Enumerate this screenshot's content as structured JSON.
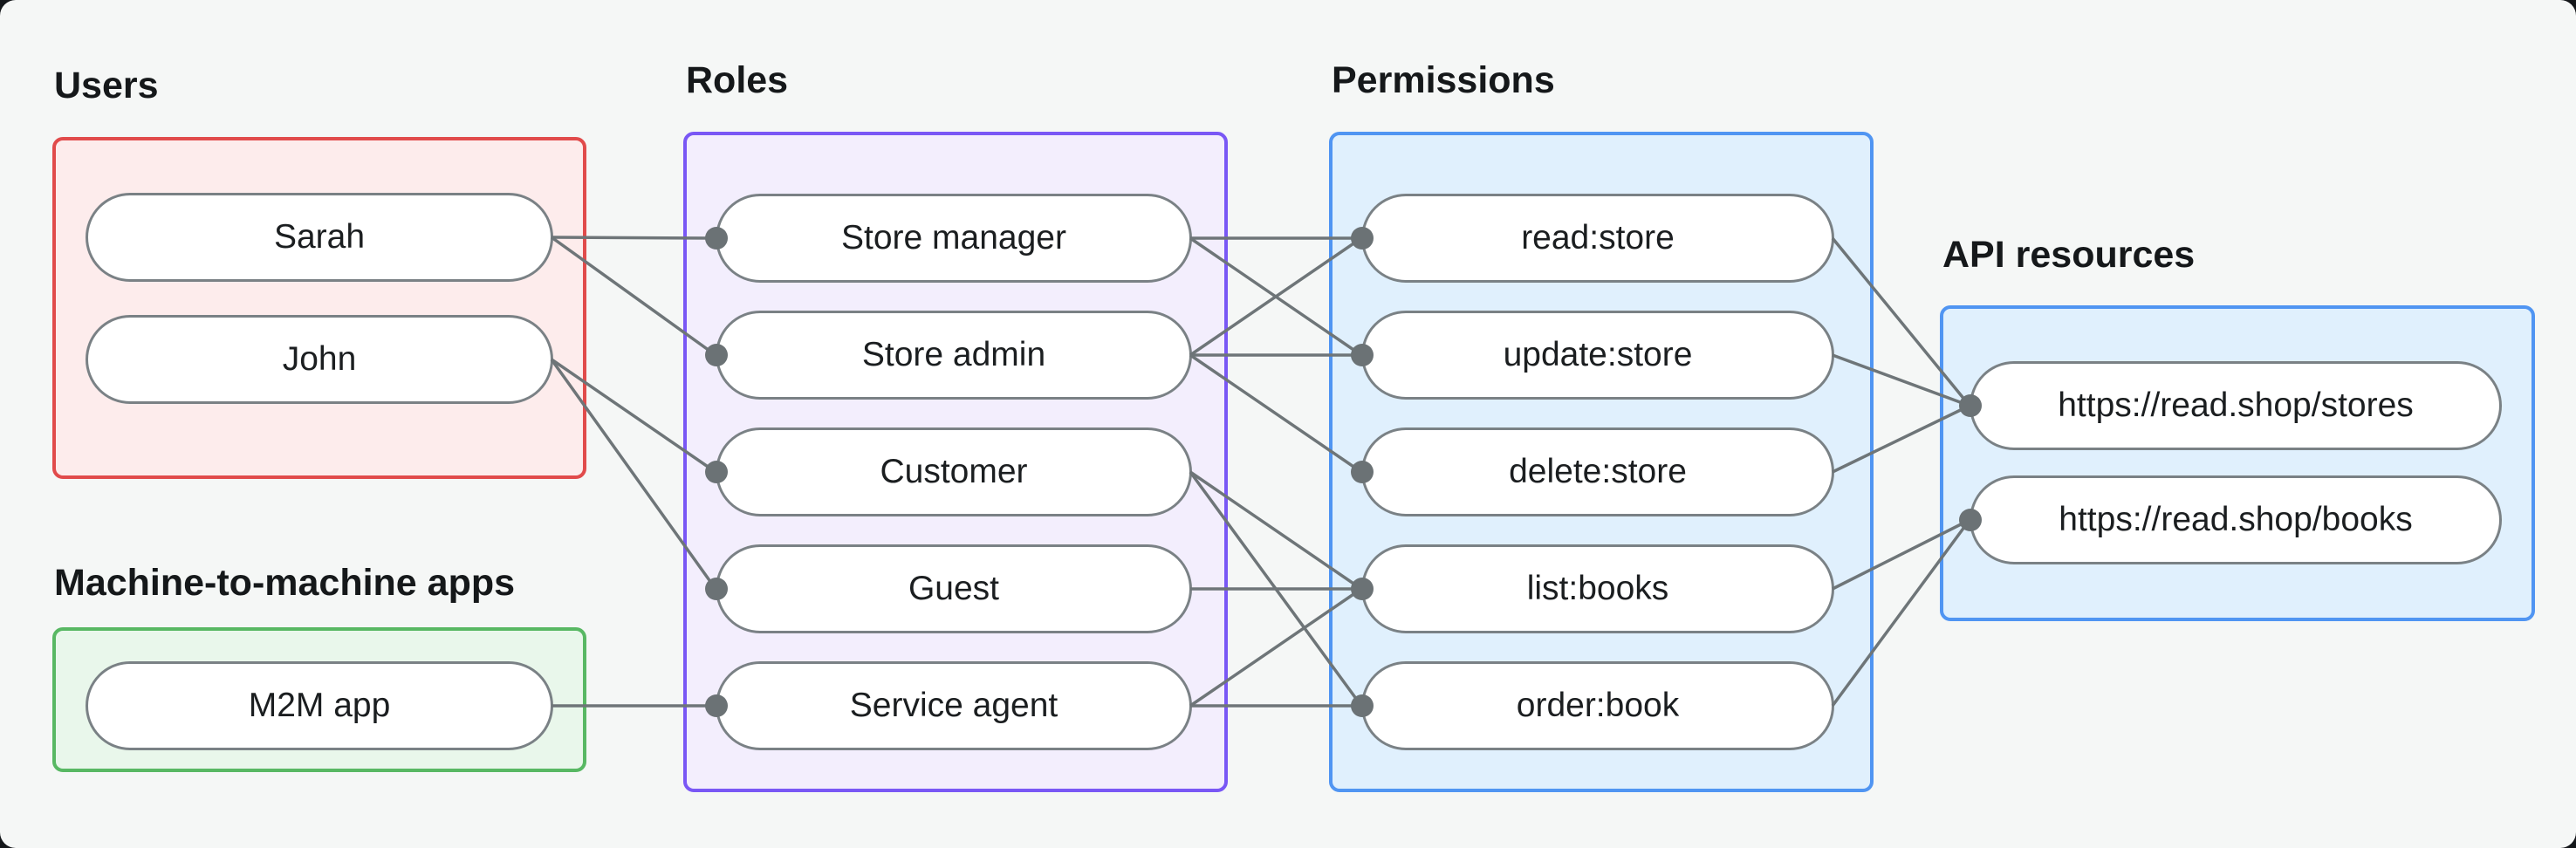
{
  "groups": {
    "users": {
      "label": "Users",
      "items": [
        {
          "id": "sarah",
          "label": "Sarah"
        },
        {
          "id": "john",
          "label": "John"
        }
      ]
    },
    "m2m": {
      "label": "Machine-to-machine apps",
      "items": [
        {
          "id": "m2m-app",
          "label": "M2M app"
        }
      ]
    },
    "roles": {
      "label": "Roles",
      "items": [
        {
          "id": "store-manager",
          "label": "Store manager"
        },
        {
          "id": "store-admin",
          "label": "Store admin"
        },
        {
          "id": "customer",
          "label": "Customer"
        },
        {
          "id": "guest",
          "label": "Guest"
        },
        {
          "id": "service-agent",
          "label": "Service agent"
        }
      ]
    },
    "permissions": {
      "label": "Permissions",
      "items": [
        {
          "id": "read-store",
          "label": "read:store"
        },
        {
          "id": "update-store",
          "label": "update:store"
        },
        {
          "id": "delete-store",
          "label": "delete:store"
        },
        {
          "id": "list-books",
          "label": "list:books"
        },
        {
          "id": "order-book",
          "label": "order:book"
        }
      ]
    },
    "api_resources": {
      "label": "API resources",
      "items": [
        {
          "id": "stores",
          "label": "https://read.shop/stores"
        },
        {
          "id": "books",
          "label": "https://read.shop/books"
        }
      ]
    }
  },
  "edges": [
    [
      "sarah",
      "store-manager"
    ],
    [
      "sarah",
      "store-admin"
    ],
    [
      "john",
      "customer"
    ],
    [
      "john",
      "guest"
    ],
    [
      "m2m-app",
      "service-agent"
    ],
    [
      "store-manager",
      "read-store"
    ],
    [
      "store-manager",
      "update-store"
    ],
    [
      "store-admin",
      "read-store"
    ],
    [
      "store-admin",
      "update-store"
    ],
    [
      "store-admin",
      "delete-store"
    ],
    [
      "customer",
      "list-books"
    ],
    [
      "customer",
      "order-book"
    ],
    [
      "guest",
      "list-books"
    ],
    [
      "service-agent",
      "list-books"
    ],
    [
      "service-agent",
      "order-book"
    ],
    [
      "read-store",
      "stores"
    ],
    [
      "update-store",
      "stores"
    ],
    [
      "delete-store",
      "stores"
    ],
    [
      "list-books",
      "books"
    ],
    [
      "order-book",
      "books"
    ]
  ],
  "colors": {
    "background": "#f5f7f6",
    "users_border": "#e14b4b",
    "users_fill": "#fdecec",
    "m2m_border": "#58b863",
    "m2m_fill": "#e9f7eb",
    "roles_border": "#7957f5",
    "roles_fill": "#f3eefd",
    "permissions_border": "#5095f2",
    "permissions_fill": "#e0f0fd",
    "api_border": "#5095f2",
    "api_fill": "#e0f0fd",
    "connector": "#6e7578",
    "connector_dot": "#6b7275",
    "node_border": "#7a8185"
  }
}
